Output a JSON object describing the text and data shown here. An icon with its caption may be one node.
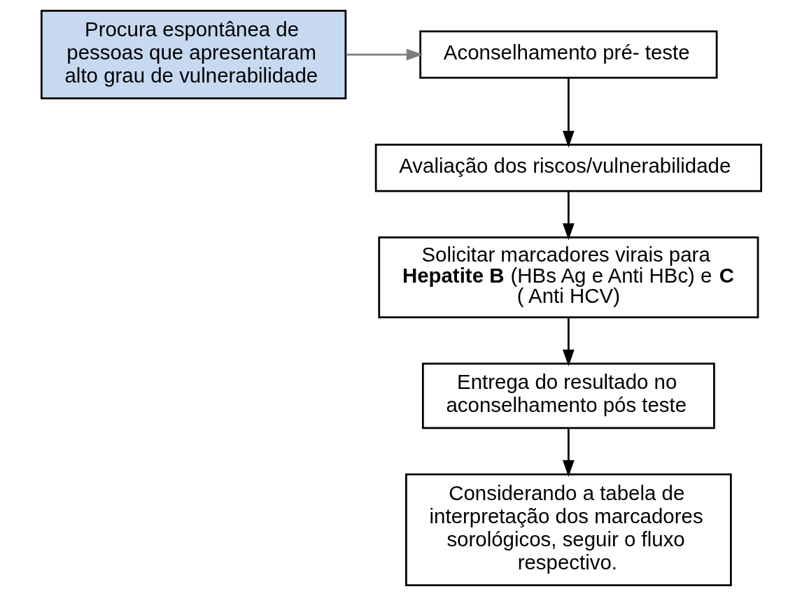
{
  "diagram": {
    "nodes": [
      {
        "text": [
          "Procura espontânea de pessoas que apresentaram alto grau de vulnerabilidade"
        ]
      },
      {
        "text": [
          "Aconselhamento pré- teste"
        ]
      },
      {
        "text": [
          "Avaliação dos riscos/vulnerabilidade"
        ]
      },
      {
        "text": [
          "Solicitar marcadores virais para **Hepatite B** (HBs Ag e Anti HBc) e **C** ( Anti HCV)"
        ]
      },
      {
        "text": [
          "Entrega do resultado no aconselhamento pós teste"
        ]
      },
      {
        "text": [
          "Considerando a tabela de interpretação dos marcadores sorológicos, seguir o fluxo respectivo."
        ]
      }
    ],
    "edges": [
      {
        "from": 0,
        "to": 1,
        "arrow": "to",
        "color": "#7f7f7f"
      },
      {
        "from": 1,
        "to": 2,
        "arrow": "to"
      },
      {
        "from": 2,
        "to": 3,
        "arrow": "to"
      },
      {
        "from": 3,
        "to": 4,
        "arrow": "to"
      },
      {
        "from": 4,
        "to": 5,
        "arrow": "to"
      }
    ]
  }
}
